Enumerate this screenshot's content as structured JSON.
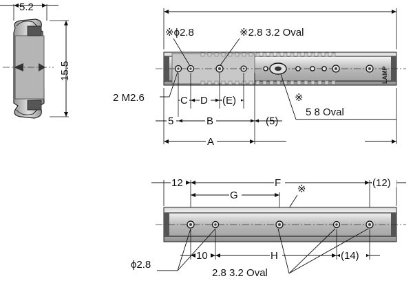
{
  "side_view": {
    "width_dim": "5.2",
    "height_dim": "15.5"
  },
  "top_view": {
    "note_hole": "※ϕ2.8",
    "note_oval_small": "※2.8  3.2 Oval",
    "tap": "2  M2.6",
    "dim_c": "C",
    "dim_d": "D",
    "dim_e": "(E)",
    "note_mark": "※",
    "note_oval_large": "5  8 Oval",
    "dim_5": "5",
    "dim_b": "B",
    "dim_5p": "(5)",
    "dim_a": "A",
    "brand": "LAMP"
  },
  "bottom_view": {
    "dim_12": "12",
    "dim_f": "F",
    "dim_12p": "(12)",
    "dim_g": "G",
    "note_mark": "※",
    "hole_label": "ϕ2.8",
    "dim_10": "10",
    "dim_h": "H",
    "dim_14p": "(14)",
    "oval_label": "2.8  3.2 Oval"
  }
}
